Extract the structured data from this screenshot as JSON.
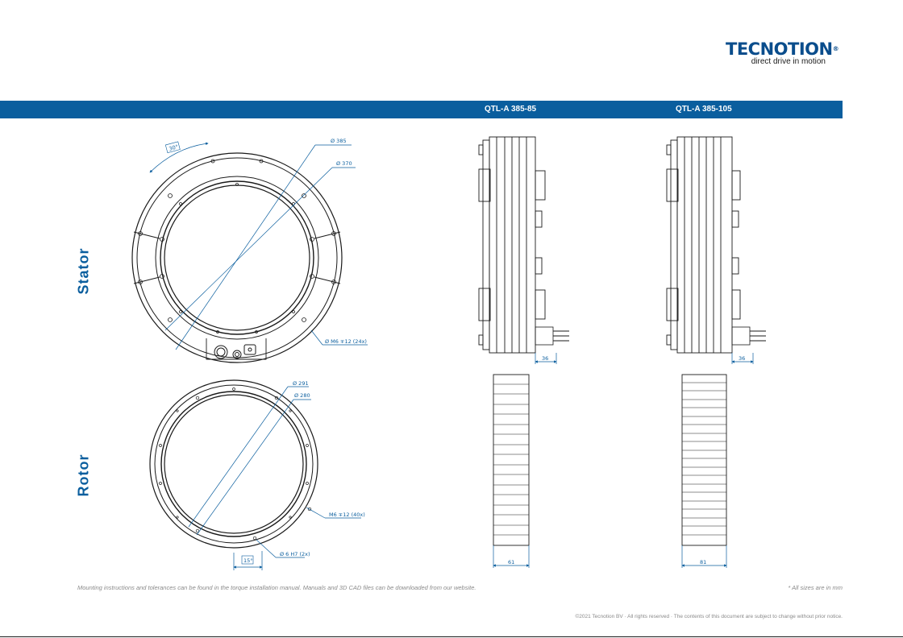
{
  "brand": {
    "name": "TECNOTION",
    "registered": "®",
    "tagline": "direct drive in motion"
  },
  "models": [
    "QTL-A 385-85",
    "QTL-A 385-105"
  ],
  "sections": {
    "stator": "Stator",
    "rotor": "Rotor"
  },
  "stator_dims": {
    "outer_diameter": "Ø 385",
    "inner_diameter": "Ø 370",
    "angle": "30°",
    "mount": "Ø M6 ∓12 (24x)"
  },
  "rotor_dims": {
    "outer_diameter": "Ø 291",
    "inner_diameter": "Ø 280",
    "angle": "15°",
    "mount": "M6 ∓12 (40x)",
    "pin": "Ø 6 H7 (2x)"
  },
  "side_dims": {
    "stator_width_85": "36",
    "stator_width_105": "36",
    "rotor_width_85": "61",
    "rotor_width_105": "81"
  },
  "notes": {
    "mounting": "Mounting instructions and tolerances can be found in the torque installation manual. Manuals and 3D CAD files can be downloaded from our website.",
    "sizes": "* All sizes are in mm",
    "copyright": "©2021 Tecnotion BV · All rights reserved · The contents of this document are subject to change without prior notice."
  }
}
